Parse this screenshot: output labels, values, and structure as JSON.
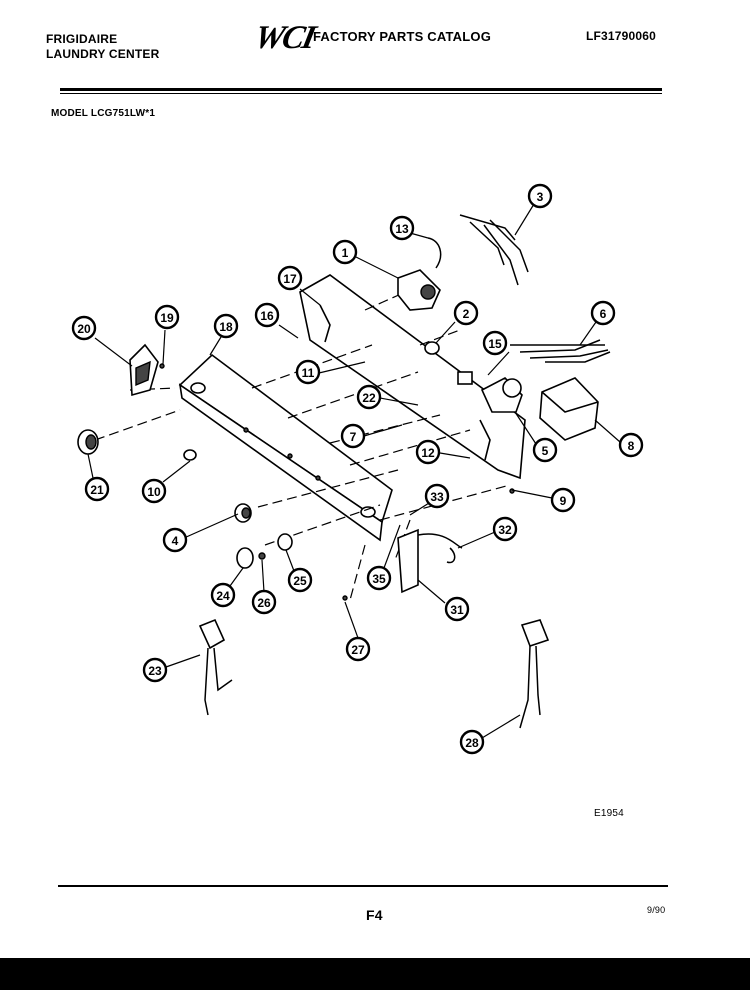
{
  "header": {
    "brand_line1": "FRIGIDAIRE",
    "brand_line2": "LAUNDRY CENTER",
    "logo": "WCI",
    "catalog_title": "FACTORY PARTS CATALOG",
    "catalog_number": "LF31790060",
    "model": "MODEL LCG751LW*1"
  },
  "footer": {
    "drawing_code": "E1954",
    "page_number": "F4",
    "date_code": "9/90"
  },
  "callouts": [
    "1",
    "2",
    "3",
    "4",
    "5",
    "6",
    "7",
    "8",
    "9",
    "10",
    "11",
    "12",
    "13",
    "15",
    "16",
    "17",
    "18",
    "19",
    "20",
    "21",
    "22",
    "23",
    "24",
    "25",
    "26",
    "27",
    "28",
    "31",
    "32",
    "33",
    "35"
  ]
}
